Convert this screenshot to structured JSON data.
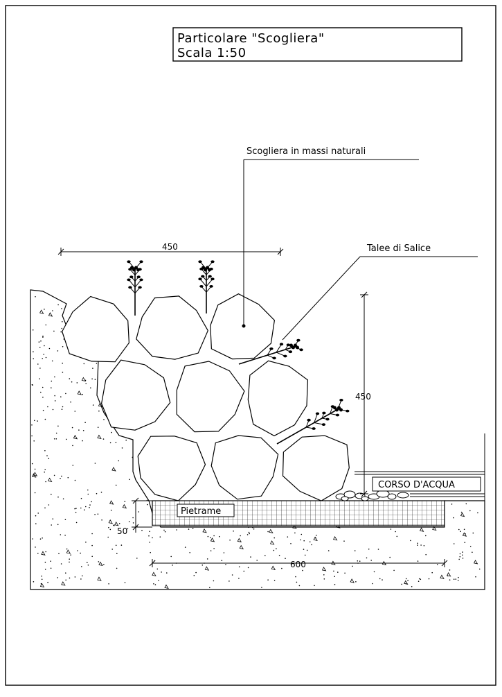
{
  "title": {
    "line1": "Particolare \"Scogliera\"",
    "line2": "Scala 1:50"
  },
  "labels": {
    "scogliera": "Scogliera in massi naturali",
    "talee": "Talee di Salice",
    "corso": "CORSO D'ACQUA",
    "pietrame": "Pietrame"
  },
  "dimensions": {
    "width_top": "450",
    "height_right": "450",
    "base_thickness": "50",
    "base_width": "600"
  },
  "colors": {
    "line": "#000000",
    "background": "#ffffff"
  }
}
